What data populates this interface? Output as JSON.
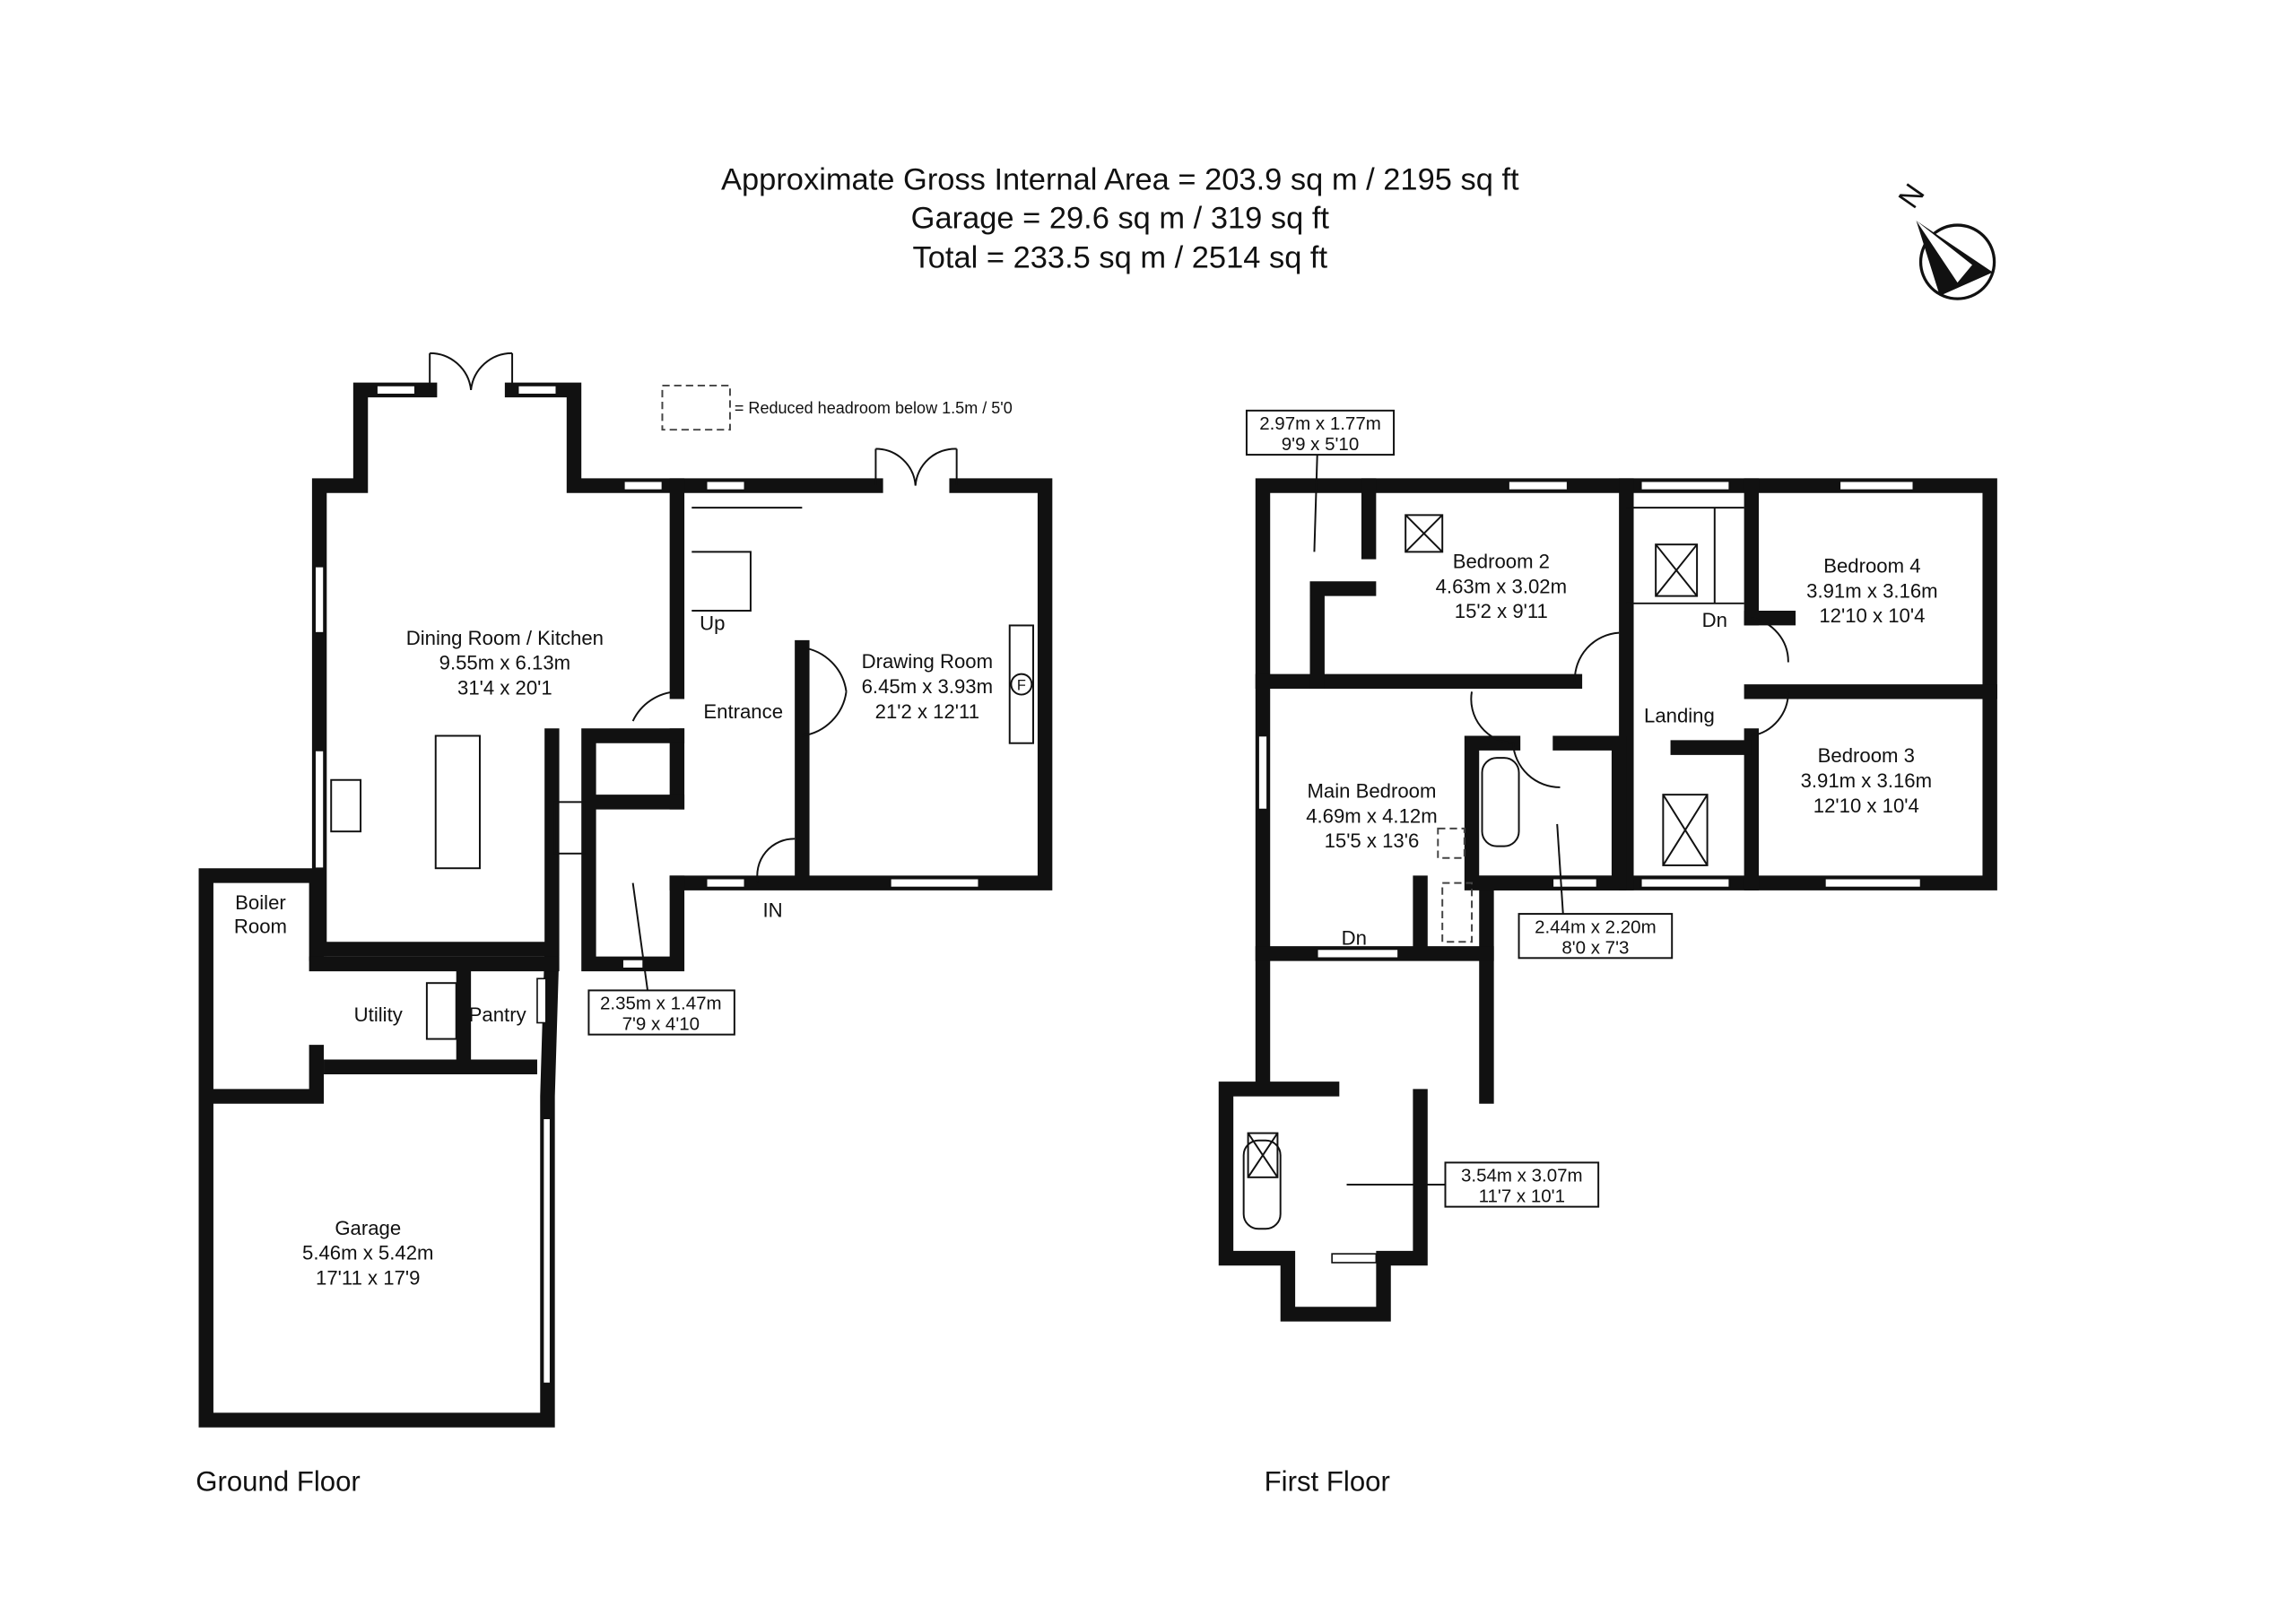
{
  "header": {
    "line1": "Approximate Gross Internal Area = 203.9 sq m / 2195 sq ft",
    "line2": "Garage = 29.6 sq m / 319 sq ft",
    "line3": "Total = 233.5 sq m / 2514 sq ft"
  },
  "compass": {
    "label": "N"
  },
  "legend": {
    "text": "= Reduced headroom below 1.5m / 5'0"
  },
  "ground_floor": {
    "title": "Ground Floor",
    "rooms": [
      {
        "name": "Dining Room / Kitchen",
        "metric": "9.55m x 6.13m",
        "imperial": "31'4 x 20'1"
      },
      {
        "name": "Drawing Room",
        "metric": "6.45m x 3.93m",
        "imperial": "21'2 x 12'11"
      },
      {
        "name": "Entrance"
      },
      {
        "name": "Boiler",
        "name2": "Room"
      },
      {
        "name": "Utility"
      },
      {
        "name": "Pantry"
      },
      {
        "name": "Garage",
        "metric": "5.46m x 5.42m",
        "imperial": "17'11 x 17'9"
      }
    ],
    "callouts": [
      {
        "metric": "2.35m x 1.47m",
        "imperial": "7'9 x 4'10"
      }
    ],
    "markers": {
      "up": "Up",
      "in": "IN",
      "fireplace": "F"
    }
  },
  "first_floor": {
    "title": "First Floor",
    "rooms": [
      {
        "name": "Bedroom 2",
        "metric": "4.63m x 3.02m",
        "imperial": "15'2 x 9'11"
      },
      {
        "name": "Bedroom 4",
        "metric": "3.91m x 3.16m",
        "imperial": "12'10 x 10'4"
      },
      {
        "name": "Bedroom 3",
        "metric": "3.91m x 3.16m",
        "imperial": "12'10 x 10'4"
      },
      {
        "name": "Main Bedroom",
        "metric": "4.69m x 4.12m",
        "imperial": "15'5 x 13'6"
      },
      {
        "name": "Landing"
      }
    ],
    "callouts": [
      {
        "metric": "2.97m x 1.77m",
        "imperial": "9'9 x 5'10"
      },
      {
        "metric": "2.44m x 2.20m",
        "imperial": "8'0 x 7'3"
      },
      {
        "metric": "3.54m x 3.07m",
        "imperial": "11'7 x 10'1"
      }
    ],
    "markers": {
      "dn1": "Dn",
      "dn2": "Dn"
    }
  }
}
